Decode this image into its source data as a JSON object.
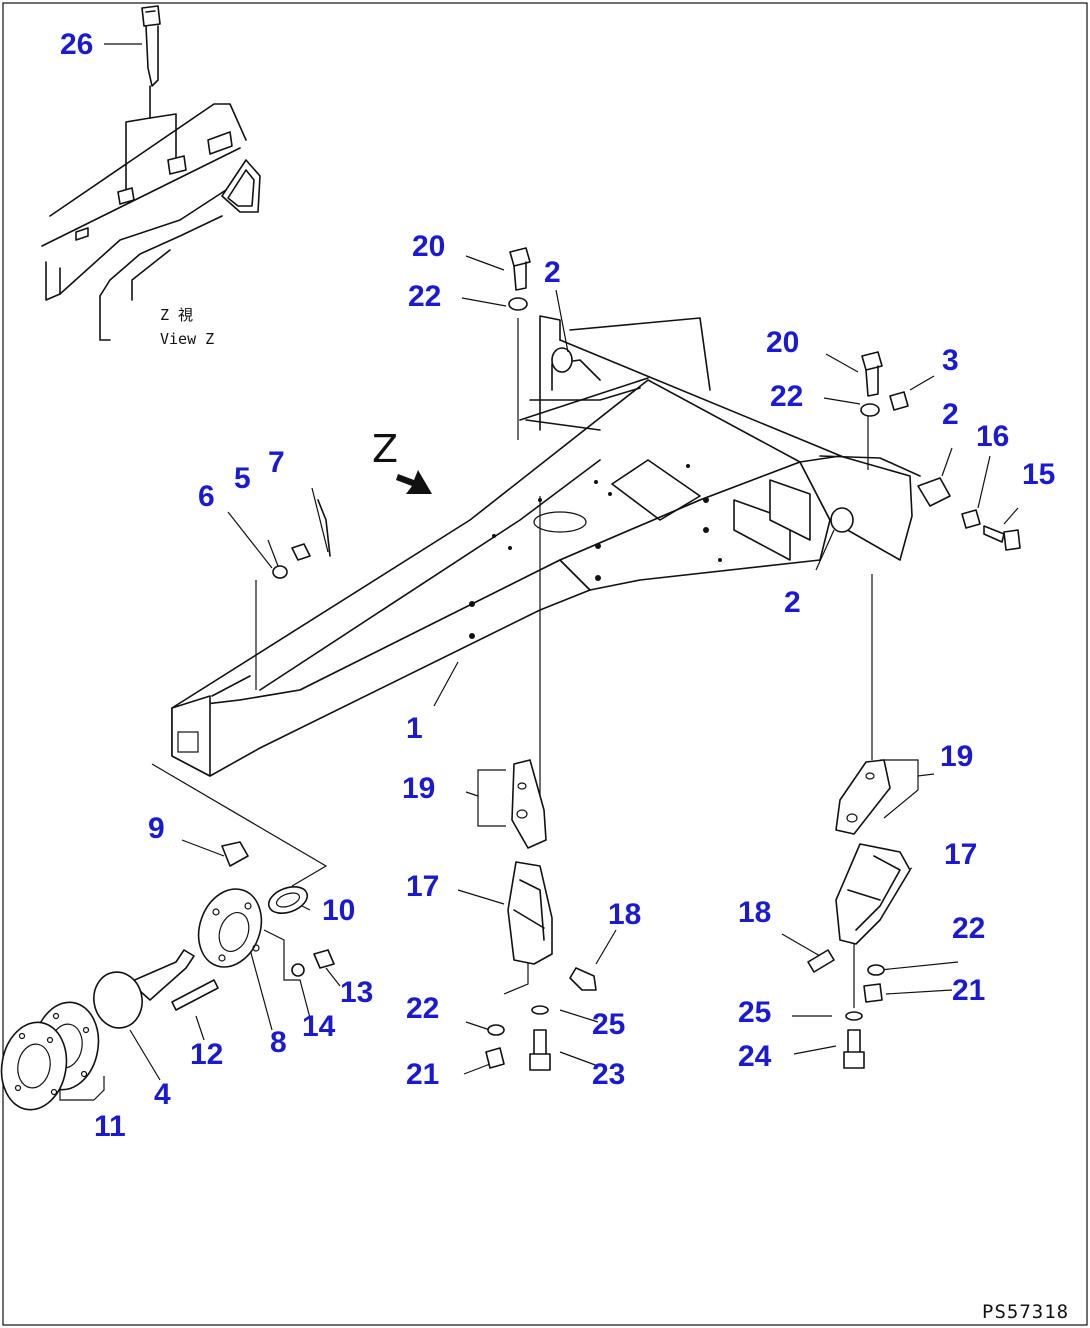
{
  "diagram": {
    "view_caption_jp": "Z 視",
    "view_caption_en": "View Z",
    "view_arrow_letter": "Z",
    "reference_code": "PS57318",
    "colors": {
      "part_label": "#1a1ad6",
      "line": "#111111",
      "background": "#ffffff"
    },
    "part_numbers": [
      "26",
      "20",
      "22",
      "2",
      "20",
      "3",
      "22",
      "2",
      "16",
      "15",
      "7",
      "5",
      "6",
      "2",
      "1",
      "19",
      "19",
      "9",
      "17",
      "17",
      "10",
      "18",
      "18",
      "13",
      "22",
      "22",
      "14",
      "25",
      "25",
      "21",
      "12",
      "8",
      "23",
      "24",
      "21",
      "4",
      "11"
    ]
  }
}
